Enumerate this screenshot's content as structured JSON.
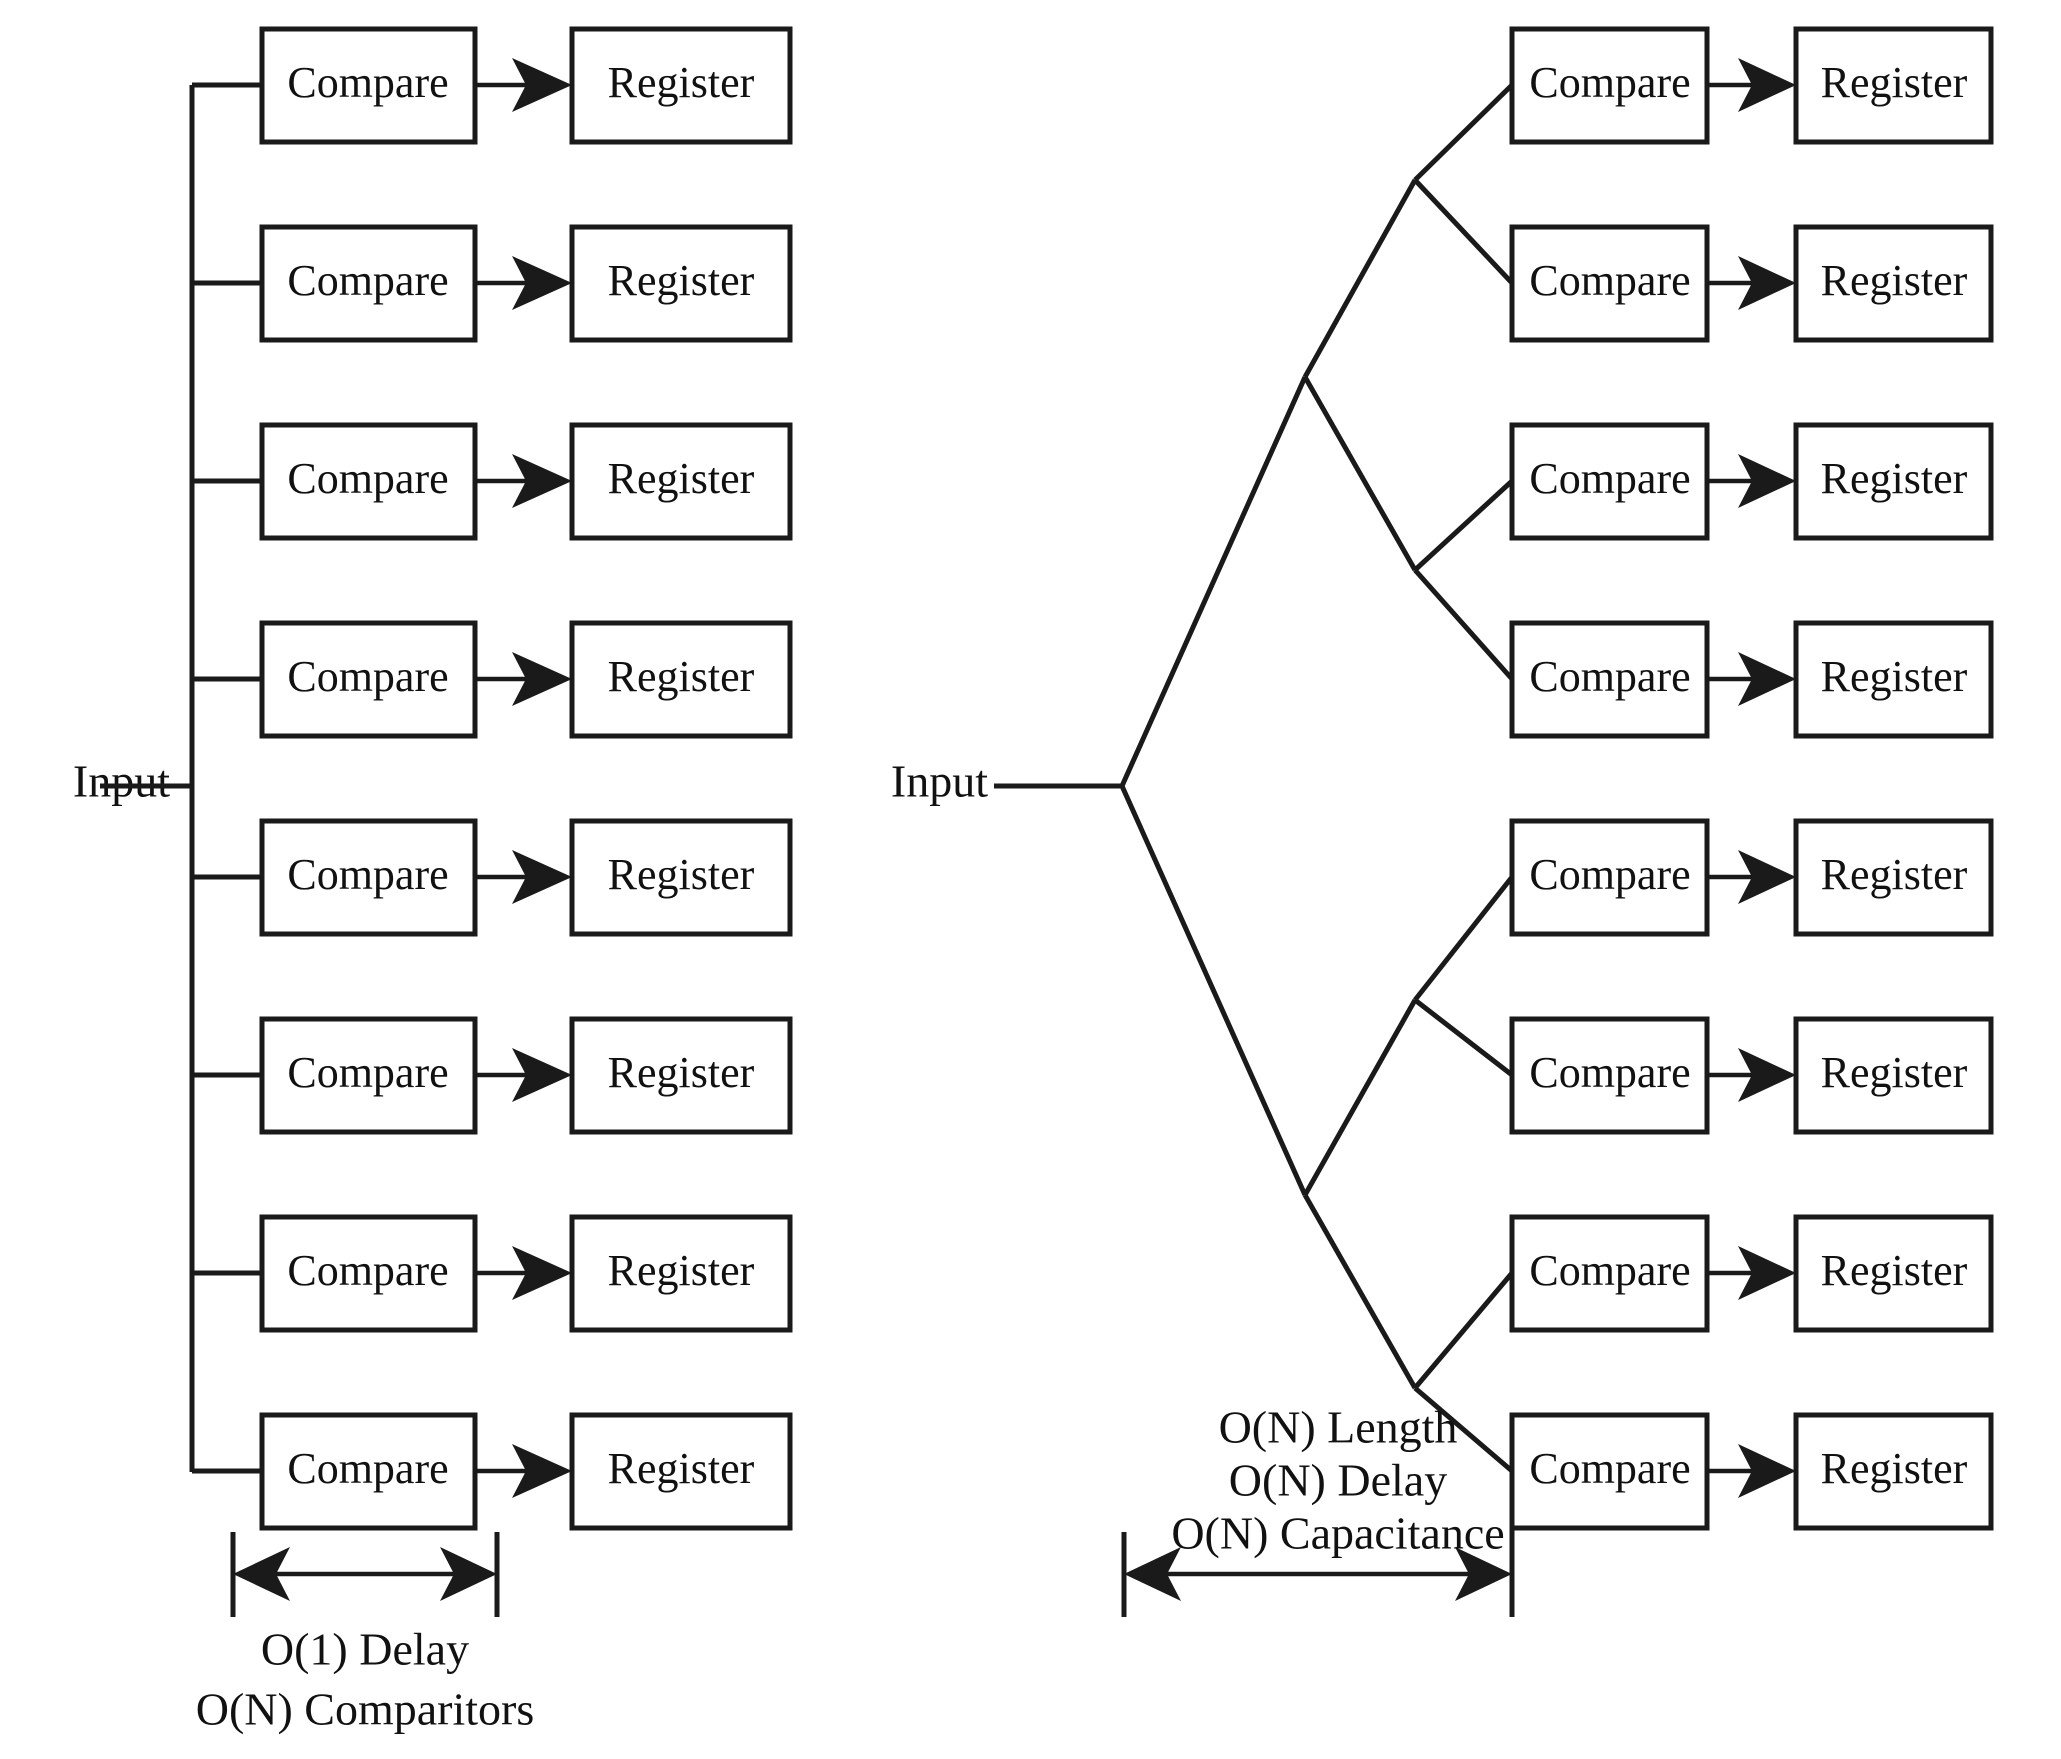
{
  "figure": {
    "left_diagram": {
      "input_label": "Input",
      "rows": [
        {
          "compare": "Compare",
          "register": "Register"
        },
        {
          "compare": "Compare",
          "register": "Register"
        },
        {
          "compare": "Compare",
          "register": "Register"
        },
        {
          "compare": "Compare",
          "register": "Register"
        },
        {
          "compare": "Compare",
          "register": "Register"
        },
        {
          "compare": "Compare",
          "register": "Register"
        },
        {
          "compare": "Compare",
          "register": "Register"
        },
        {
          "compare": "Compare",
          "register": "Register"
        }
      ],
      "caption_lines": [
        "O(1) Delay",
        "O(N) Comparitors"
      ]
    },
    "right_diagram": {
      "input_label": "Input",
      "rows": [
        {
          "compare": "Compare",
          "register": "Register"
        },
        {
          "compare": "Compare",
          "register": "Register"
        },
        {
          "compare": "Compare",
          "register": "Register"
        },
        {
          "compare": "Compare",
          "register": "Register"
        },
        {
          "compare": "Compare",
          "register": "Register"
        },
        {
          "compare": "Compare",
          "register": "Register"
        },
        {
          "compare": "Compare",
          "register": "Register"
        },
        {
          "compare": "Compare",
          "register": "Register"
        }
      ],
      "caption_lines": [
        "O(N) Length",
        "O(N) Delay",
        "O(N) Capacitance"
      ]
    },
    "colors": {
      "line": "#1a1a1a",
      "background": "#ffffff",
      "text": "#111111"
    }
  }
}
